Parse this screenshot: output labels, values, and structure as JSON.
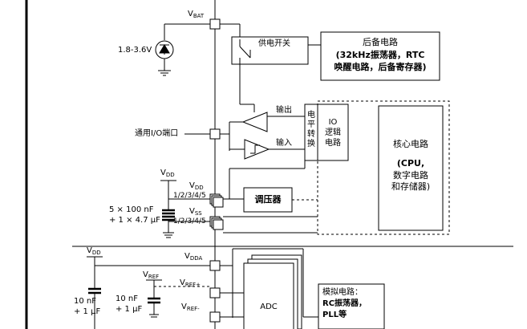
{
  "left_bar_present": true,
  "labels": {
    "vbat": "V",
    "vbat_sub": "BAT",
    "batt_range": "1.8-3.6V",
    "power_switch": "供电开关",
    "backup_title": "后备电路",
    "backup_line2": "(32kHz振荡器，RTC",
    "backup_line3": "唤醒电路，后备寄存器)",
    "output": "输出",
    "input": "输入",
    "level_shift": [
      "电",
      "平",
      "转",
      "换"
    ],
    "io_logic": [
      "IO",
      "逻辑",
      "电路"
    ],
    "gpio": "通用I/O端口",
    "core_title": "核心电路",
    "core_line2": "(CPU,",
    "core_line3": "数字电路",
    "core_line4": "和存储器)",
    "vdd_cap": "V",
    "vdd_cap_sub": "DD",
    "vdd_pins": "V",
    "vdd_pins_sub": "DD",
    "vdd_pins_nums": "1/2/3/4/5",
    "cap_desc1": "5 × 100 nF",
    "cap_desc2": "+ 1 × 4.7 μF",
    "vss_pins": "V",
    "vss_pins_sub": "SS",
    "vss_pins_nums": "1/2/3/4/5",
    "regulator": "调压器",
    "vdd_bottom": "V",
    "vdd_bottom_sub": "DD",
    "vdda": "V",
    "vdda_sub": "DDA",
    "vref": "V",
    "vref_sub": "REF",
    "vref_plus": "V",
    "vref_plus_sub": "REF+",
    "vref_minus": "V",
    "vref_minus_sub": "REF-",
    "cap_bottom1": "10 nF",
    "cap_bottom2": "+ 1 μF",
    "cap_ref1": "10 nF",
    "cap_ref2": "+ 1 μF",
    "adc": "ADC",
    "analog_title": "模拟电路：",
    "analog_line2": "RC振荡器，",
    "analog_line3": "PLL等"
  }
}
